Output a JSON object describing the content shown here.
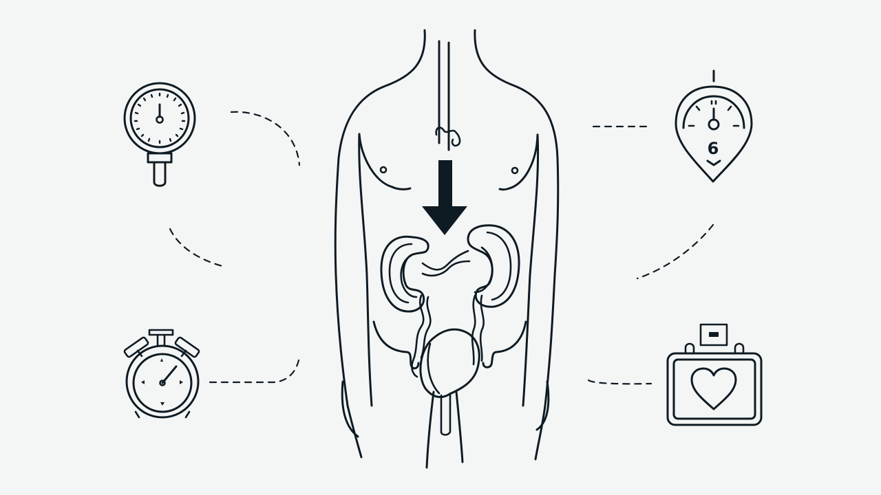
{
  "illustration": {
    "subject": "human torso with kidneys and urinary tract",
    "background_color": "#f4f5f5",
    "line_color": "#0e1b23",
    "center": {
      "figure": "torso-outline",
      "organs": [
        "left-kidney",
        "right-kidney",
        "ureters",
        "bladder"
      ],
      "arrow": "down-arrow"
    },
    "icons": [
      {
        "position": "top-left",
        "name": "pressure-gauge-icon"
      },
      {
        "position": "top-right",
        "name": "gauge-pin-icon",
        "label": "6"
      },
      {
        "position": "bottom-left",
        "name": "alarm-timer-icon"
      },
      {
        "position": "bottom-right",
        "name": "medical-bag-heart-icon"
      }
    ],
    "connectors": [
      "dashed-connector-top-left",
      "dashed-connector-top-right",
      "dashed-connector-bottom-left",
      "dashed-connector-bottom-right"
    ]
  }
}
